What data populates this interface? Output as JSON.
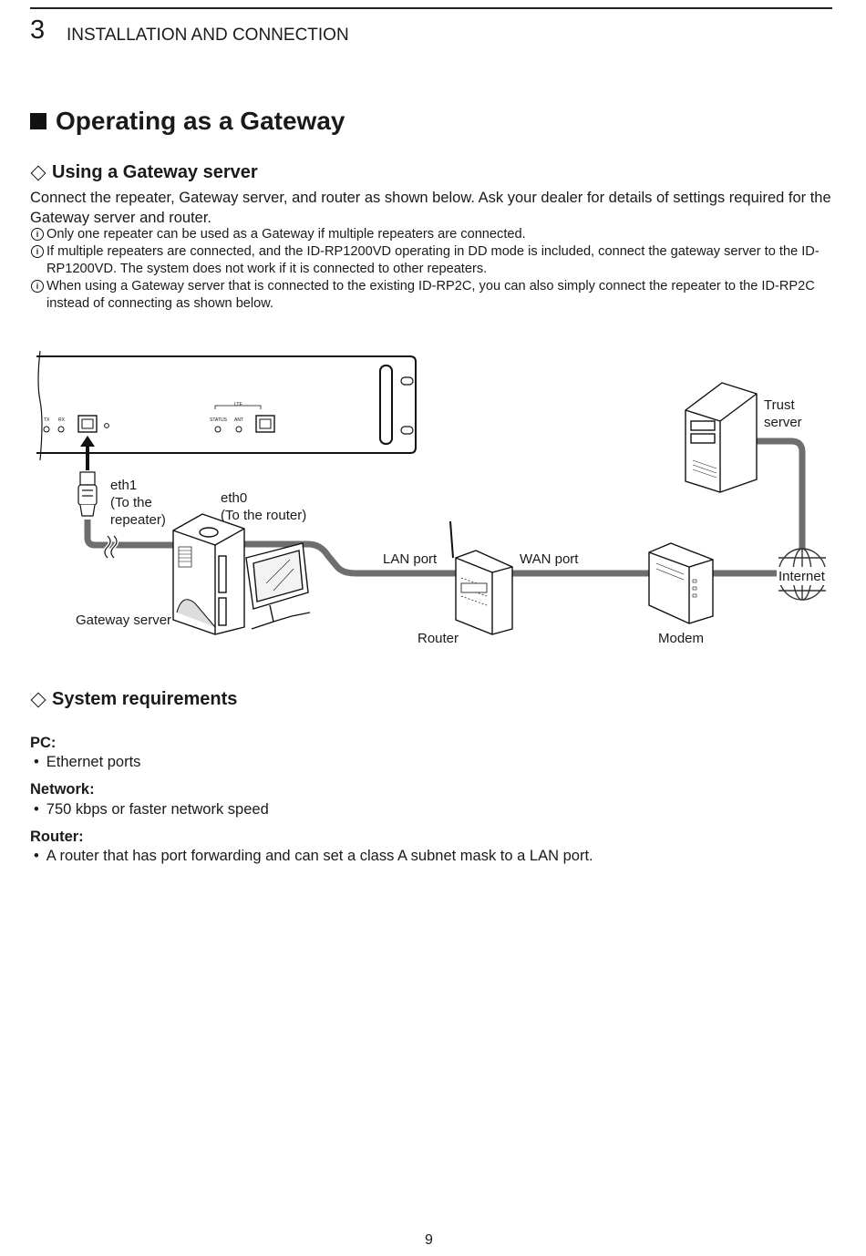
{
  "header": {
    "chapter_number": "3",
    "chapter_title": "INSTALLATION AND CONNECTION"
  },
  "section": {
    "title": "Operating as a Gateway"
  },
  "gateway_subsection": {
    "title": "Using a Gateway server",
    "paragraph": "Connect the repeater, Gateway server, and router as shown below. Ask your dealer for details of settings required for the Gateway server and router.",
    "notes": [
      "Only one repeater can be used as a Gateway if multiple repeaters are connected.",
      "If multiple repeaters are connected, and the ID-RP1200VD operating in DD mode is included, connect the gateway server to the ID-RP1200VD. The system does not work if it is connected to other repeaters.",
      "When using a Gateway server that is connected to the existing ID-RP2C, you can also simply connect the repeater to the ID-RP2C instead of connecting as shown below."
    ]
  },
  "diagram": {
    "panel_labels": {
      "tx": "TX",
      "rx": "RX",
      "status": "STATUS",
      "lte": "LTE",
      "ant": "ANT"
    },
    "eth1_label": "eth1\n(To the\nrepeater)",
    "eth0_label": "eth0\n(To the router)",
    "gateway_server_label": "Gateway server",
    "lan_port_label": "LAN port",
    "wan_port_label": "WAN port",
    "router_label": "Router",
    "modem_label": "Modem",
    "trust_server_label": "Trust\nserver",
    "internet_label": "Internet"
  },
  "requirements": {
    "title": "System requirements",
    "pc_heading": "PC:",
    "pc_item": "Ethernet ports",
    "network_heading": "Network:",
    "network_item": "750 kbps or faster network speed",
    "router_heading": "Router:",
    "router_item": "A router that has port forwarding and can set a class A subnet mask to a LAN port."
  },
  "footer": {
    "page_number": "9"
  }
}
